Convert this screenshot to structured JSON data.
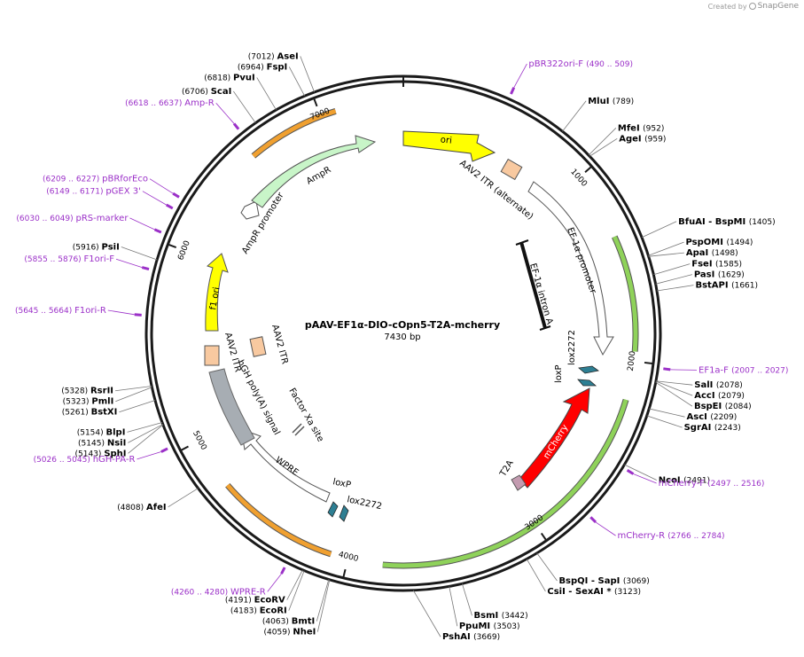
{
  "credit": {
    "created_by": "Created by",
    "brand": "SnapGene",
    "icon": "snapgene-logo-icon"
  },
  "plasmid": {
    "name": "pAAV-EF1α-DIO-cOpn5-T2A-mcherry",
    "size_label": "7430 bp",
    "length": 7430
  },
  "colors": {
    "backbone": "#1a1a1a",
    "primer": "#9b30c8",
    "site_label": "#000000",
    "orange_arrow": "#f0a030",
    "green_arc": "#8fd25a",
    "yellow": "#ffff00",
    "red": "#ff0000",
    "itr": "#f8c9a0",
    "promoter": "#ffffff",
    "amp": "#c8f5c8",
    "polyA": "#a7adb3",
    "loxp": "#2e7f93"
  },
  "ticks": [
    {
      "label": "1000",
      "pos": 1000
    },
    {
      "label": "2000",
      "pos": 2000
    },
    {
      "label": "3000",
      "pos": 3000
    },
    {
      "label": "4000",
      "pos": 4000
    },
    {
      "label": "5000",
      "pos": 5000
    },
    {
      "label": "6000",
      "pos": 6000
    },
    {
      "label": "7000",
      "pos": 7000
    }
  ],
  "sites": [
    {
      "name": "AseI",
      "num": "(7012)",
      "pos": 7012,
      "side": "left"
    },
    {
      "name": "FspI",
      "num": "(6964)",
      "pos": 6964,
      "side": "left"
    },
    {
      "name": "PvuI",
      "num": "(6818)",
      "pos": 6818,
      "side": "left"
    },
    {
      "name": "ScaI",
      "num": "(6706)",
      "pos": 6706,
      "side": "left"
    },
    {
      "name": "MluI",
      "num": "(789)",
      "pos": 789,
      "side": "right"
    },
    {
      "name": "MfeI",
      "num": "(952)",
      "pos": 952,
      "side": "right"
    },
    {
      "name": "AgeI",
      "num": "(959)",
      "pos": 959,
      "side": "right"
    },
    {
      "name": "BfuAI - BspMI",
      "num": "(1405)",
      "pos": 1405,
      "side": "right"
    },
    {
      "name": "PspOMI",
      "num": "(1494)",
      "pos": 1494,
      "side": "right"
    },
    {
      "name": "ApaI",
      "num": "(1498)",
      "pos": 1498,
      "side": "right"
    },
    {
      "name": "FseI",
      "num": "(1585)",
      "pos": 1585,
      "side": "right"
    },
    {
      "name": "PasI",
      "num": "(1629)",
      "pos": 1629,
      "side": "right"
    },
    {
      "name": "BstAPI",
      "num": "(1661)",
      "pos": 1661,
      "side": "right"
    },
    {
      "name": "SalI",
      "num": "(2078)",
      "pos": 2078,
      "side": "right"
    },
    {
      "name": "AccI",
      "num": "(2079)",
      "pos": 2079,
      "side": "right"
    },
    {
      "name": "BspEI",
      "num": "(2084)",
      "pos": 2084,
      "side": "right"
    },
    {
      "name": "AscI",
      "num": "(2209)",
      "pos": 2209,
      "side": "right"
    },
    {
      "name": "SgrAI",
      "num": "(2243)",
      "pos": 2243,
      "side": "right"
    },
    {
      "name": "NcoI",
      "num": "(2491)",
      "pos": 2491,
      "side": "right"
    },
    {
      "name": "BspQI - SapI",
      "num": "(3069)",
      "pos": 3069,
      "side": "right"
    },
    {
      "name": "CsiI - SexAI *",
      "num": "(3123)",
      "pos": 3123,
      "side": "right"
    },
    {
      "name": "BsmI",
      "num": "(3442)",
      "pos": 3442,
      "side": "right"
    },
    {
      "name": "PpuMI",
      "num": "(3503)",
      "pos": 3503,
      "side": "right"
    },
    {
      "name": "PshAI",
      "num": "(3669)",
      "pos": 3669,
      "side": "right"
    },
    {
      "name": "NheI",
      "num": "(4059)",
      "pos": 4059,
      "side": "left"
    },
    {
      "name": "BmtI",
      "num": "(4063)",
      "pos": 4063,
      "side": "left"
    },
    {
      "name": "EcoRI",
      "num": "(4183)",
      "pos": 4183,
      "side": "left"
    },
    {
      "name": "EcoRV",
      "num": "(4191)",
      "pos": 4191,
      "side": "left"
    },
    {
      "name": "AfeI",
      "num": "(4808)",
      "pos": 4808,
      "side": "left"
    },
    {
      "name": "SphI",
      "num": "(5143)",
      "pos": 5143,
      "side": "left"
    },
    {
      "name": "NsiI",
      "num": "(5145)",
      "pos": 5145,
      "side": "left"
    },
    {
      "name": "BlpI",
      "num": "(5154)",
      "pos": 5154,
      "side": "left"
    },
    {
      "name": "BstXI",
      "num": "(5261)",
      "pos": 5261,
      "side": "left"
    },
    {
      "name": "PmlI",
      "num": "(5323)",
      "pos": 5323,
      "side": "left"
    },
    {
      "name": "RsrII",
      "num": "(5328)",
      "pos": 5328,
      "side": "left"
    },
    {
      "name": "PsiI",
      "num": "(5916)",
      "pos": 5916,
      "side": "left"
    }
  ],
  "primers": [
    {
      "name": "pBR322ori-F",
      "range": "(490 .. 509)",
      "pos": 500,
      "side": "right"
    },
    {
      "name": "EF1a-F",
      "range": "(2007 .. 2027)",
      "pos": 2017,
      "side": "right"
    },
    {
      "name": "mCherry-F",
      "range": "(2497 .. 2516)",
      "pos": 2506,
      "side": "right"
    },
    {
      "name": "mCherry-R",
      "range": "(2766 .. 2784)",
      "pos": 2775,
      "side": "right"
    },
    {
      "name": "WPRE-R",
      "range": "(4260 .. 4280)",
      "pos": 4270,
      "side": "left"
    },
    {
      "name": "hGH-PA-R",
      "range": "(5026 .. 5045)",
      "pos": 5035,
      "side": "left"
    },
    {
      "name": "F1ori-R",
      "range": "(5645 .. 5664)",
      "pos": 5655,
      "side": "left"
    },
    {
      "name": "F1ori-F",
      "range": "(5855 .. 5876)",
      "pos": 5865,
      "side": "left"
    },
    {
      "name": "pRS-marker",
      "range": "(6030 .. 6049)",
      "pos": 6040,
      "side": "left"
    },
    {
      "name": "pGEX 3'",
      "range": "(6149 .. 6171)",
      "pos": 6160,
      "side": "left"
    },
    {
      "name": "pBRforEco",
      "range": "(6209 .. 6227)",
      "pos": 6218,
      "side": "left"
    },
    {
      "name": "Amp-R",
      "range": "(6618 .. 6637)",
      "pos": 6627,
      "side": "left"
    }
  ],
  "features": [
    {
      "name": "ori",
      "type": "ori"
    },
    {
      "name": "AAV2 ITR (alternate)",
      "type": "itr"
    },
    {
      "name": "EF-1α promoter",
      "type": "promoter"
    },
    {
      "name": "EF-1α intron A",
      "type": "intron"
    },
    {
      "name": "lox2272",
      "type": "lox"
    },
    {
      "name": "loxP",
      "type": "lox"
    },
    {
      "name": "mCherry",
      "type": "cds"
    },
    {
      "name": "T2A",
      "type": "t2a"
    },
    {
      "name": "lox2272",
      "type": "lox"
    },
    {
      "name": "loxP",
      "type": "lox"
    },
    {
      "name": "WPRE",
      "type": "wpre"
    },
    {
      "name": "Factor Xa site",
      "type": "site"
    },
    {
      "name": "hGH poly(A) signal",
      "type": "polyA"
    },
    {
      "name": "AAV2 ITR",
      "type": "itr"
    },
    {
      "name": "AAV2 ITR",
      "type": "itr"
    },
    {
      "name": "f1 ori",
      "type": "f1ori"
    },
    {
      "name": "AmpR promoter",
      "type": "promoter"
    },
    {
      "name": "AmpR",
      "type": "cds"
    }
  ]
}
